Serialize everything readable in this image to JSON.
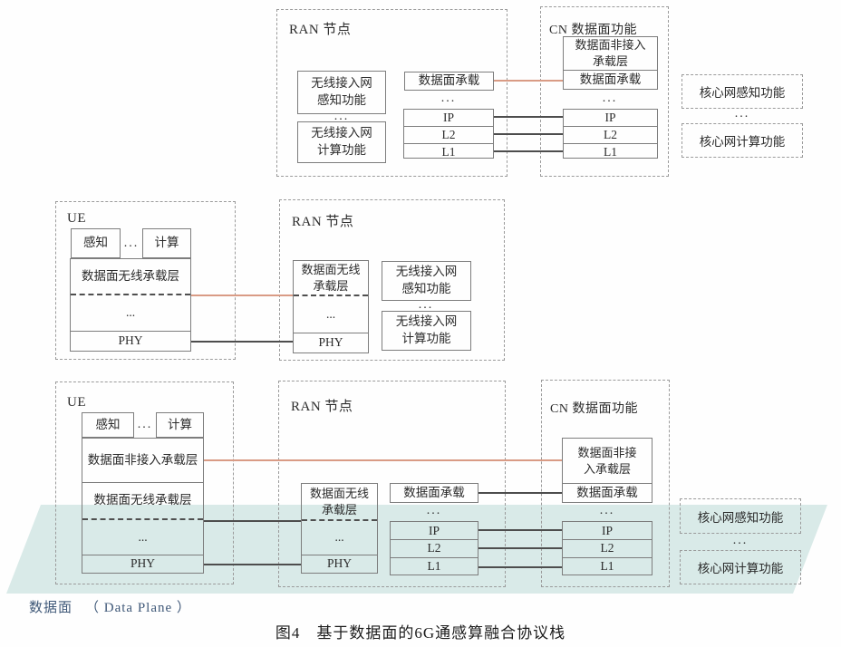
{
  "colors": {
    "band": "#d9eae8",
    "line_orange": "#d99b85",
    "line_dark": "#4d4d4d",
    "box_border": "#7d7d7d",
    "dash_border": "#9b9b9b",
    "plane_text": "#3f5878"
  },
  "ellipsis": "...",
  "top": {
    "ran": {
      "title": "RAN 节点",
      "sense_fn": "无线接入网\n感知功能",
      "compute_fn": "无线接入网\n计算功能",
      "bearer": "数据面承载",
      "layers": [
        "IP",
        "L2",
        "L1"
      ]
    },
    "cn": {
      "title": "CN 数据面功能",
      "nas_bearer": "数据面非接入\n承载层",
      "bearer": "数据面承载",
      "layers": [
        "IP",
        "L2",
        "L1"
      ]
    },
    "core_sense_fn": "核心网感知功能",
    "core_compute_fn": "核心网计算功能"
  },
  "middle": {
    "ue": {
      "title": "UE",
      "sense": "感知",
      "compute": "计算",
      "radio_bearer": "数据面无线承载层",
      "phy": "PHY"
    },
    "ran": {
      "title": "RAN 节点",
      "radio_bearer": "数据面无线\n承载层",
      "phy": "PHY",
      "sense_fn": "无线接入网\n感知功能",
      "compute_fn": "无线接入网\n计算功能"
    }
  },
  "bottom": {
    "ue": {
      "title": "UE",
      "sense": "感知",
      "compute": "计算",
      "nas_bearer": "数据面非接入承载层",
      "radio_bearer": "数据面无线承载层",
      "phy": "PHY"
    },
    "ran": {
      "title": "RAN 节点",
      "radio_bearer": "数据面无线\n承载层",
      "phy": "PHY",
      "bearer": "数据面承载",
      "layers": [
        "IP",
        "L2",
        "L1"
      ]
    },
    "cn": {
      "title": "CN 数据面功能",
      "nas_bearer": "数据面非接\n入承载层",
      "bearer": "数据面承载",
      "layers": [
        "IP",
        "L2",
        "L1"
      ]
    },
    "core_sense_fn": "核心网感知功能",
    "core_compute_fn": "核心网计算功能"
  },
  "footer": {
    "plane_zh": "数据面",
    "plane_en": "（ Data Plane ）",
    "caption": "图4　基于数据面的6G通感算融合协议栈"
  }
}
